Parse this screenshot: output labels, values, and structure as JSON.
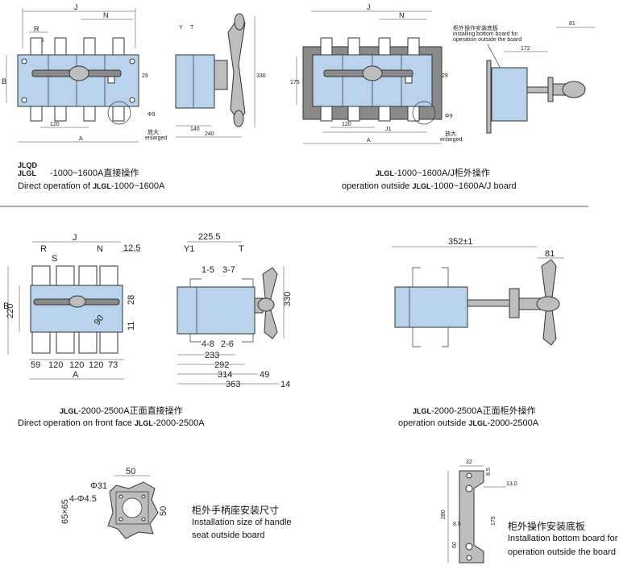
{
  "panel1": {
    "dims": {
      "J": "J",
      "N": "N",
      "R": "R",
      "S": "S",
      "B": "B",
      "d29": "29",
      "d120": "120",
      "A": "A",
      "phi9": "Φ9",
      "enlarged_cn": "放大",
      "enlarged_en": "enlarged",
      "T": "T",
      "Y": "Y",
      "d330": "330",
      "d140": "140",
      "d240": "240"
    },
    "caption": {
      "model_top": "JLQD",
      "model_bot": "JLGL",
      "range_cn": "-1000~1600A直接操作",
      "en_prefix": "Direct operation of",
      "en_suffix": "-1000~1600A"
    }
  },
  "panel2": {
    "dims": {
      "J": "J",
      "N": "N",
      "d175": "175",
      "d29": "29",
      "d120": "120",
      "J1": "J1",
      "A": "A",
      "phi9": "Φ9",
      "enlarged_cn": "放大",
      "enlarged_en": "enlarged",
      "note_cn": "柜外操作安装底板",
      "note_en1": "installing bottom board for",
      "note_en2": "operation outside the board",
      "d81": "81",
      "d172": "172"
    },
    "caption": {
      "range_cn": "-1000~1600A/J柜外操作",
      "en_prefix": "operation outside",
      "en_suffix": "-1000~1600A/J board"
    }
  },
  "panel3": {
    "dims": {
      "J": "J",
      "R": "R",
      "S": "S",
      "N": "N",
      "d12_5": "12.5",
      "B": "B",
      "d220": "220",
      "d28": "28",
      "d11": "11",
      "d90": "90",
      "d59": "59",
      "d120a": "120",
      "d120b": "120",
      "d120c": "120",
      "d73": "73",
      "A": "A"
    },
    "caption": {
      "range_cn": "-2000-2500A正面直接操作",
      "en_prefix": "Direct operation on front face",
      "en_suffix": "-2000-2500A"
    }
  },
  "panel4": {
    "dims": {
      "d225_5": "225.5",
      "Y1": "Y1",
      "T": "T",
      "d1_5": "1-5",
      "d3_7": "3-7",
      "d4_8": "4-8",
      "d2_6": "2-6",
      "d233": "233",
      "d292": "292",
      "d314": "314",
      "d363": "363",
      "d49": "49",
      "d14": "14",
      "d330": "330"
    }
  },
  "panel5": {
    "dims": {
      "d352": "352±1",
      "d81": "81"
    },
    "caption": {
      "range_cn": "-2000-2500A正面柜外操作",
      "en_prefix": "operation outside",
      "en_suffix": "-2000-2500A"
    }
  },
  "panel6": {
    "dims": {
      "d50a": "50",
      "phi31": "Φ31",
      "holes": "4-Φ4.5",
      "d65": "65×65",
      "d50b": "50"
    },
    "caption": {
      "cn": "柜外手柄座安装尺寸",
      "en1": "Installation size of handle",
      "en2": "seat outside board"
    }
  },
  "panel7": {
    "dims": {
      "d32": "32",
      "d8_5a": "8.5",
      "d13": "13.0",
      "d280": "280",
      "d175": "175",
      "d8_5b": "8.5",
      "d60": "60"
    },
    "caption": {
      "cn": "柜外操作安装底板",
      "en1": "Installation bottom board for",
      "en2": "operation outside the board"
    }
  },
  "model_small": {
    "top": "JLQD",
    "bot": "JLGL"
  }
}
